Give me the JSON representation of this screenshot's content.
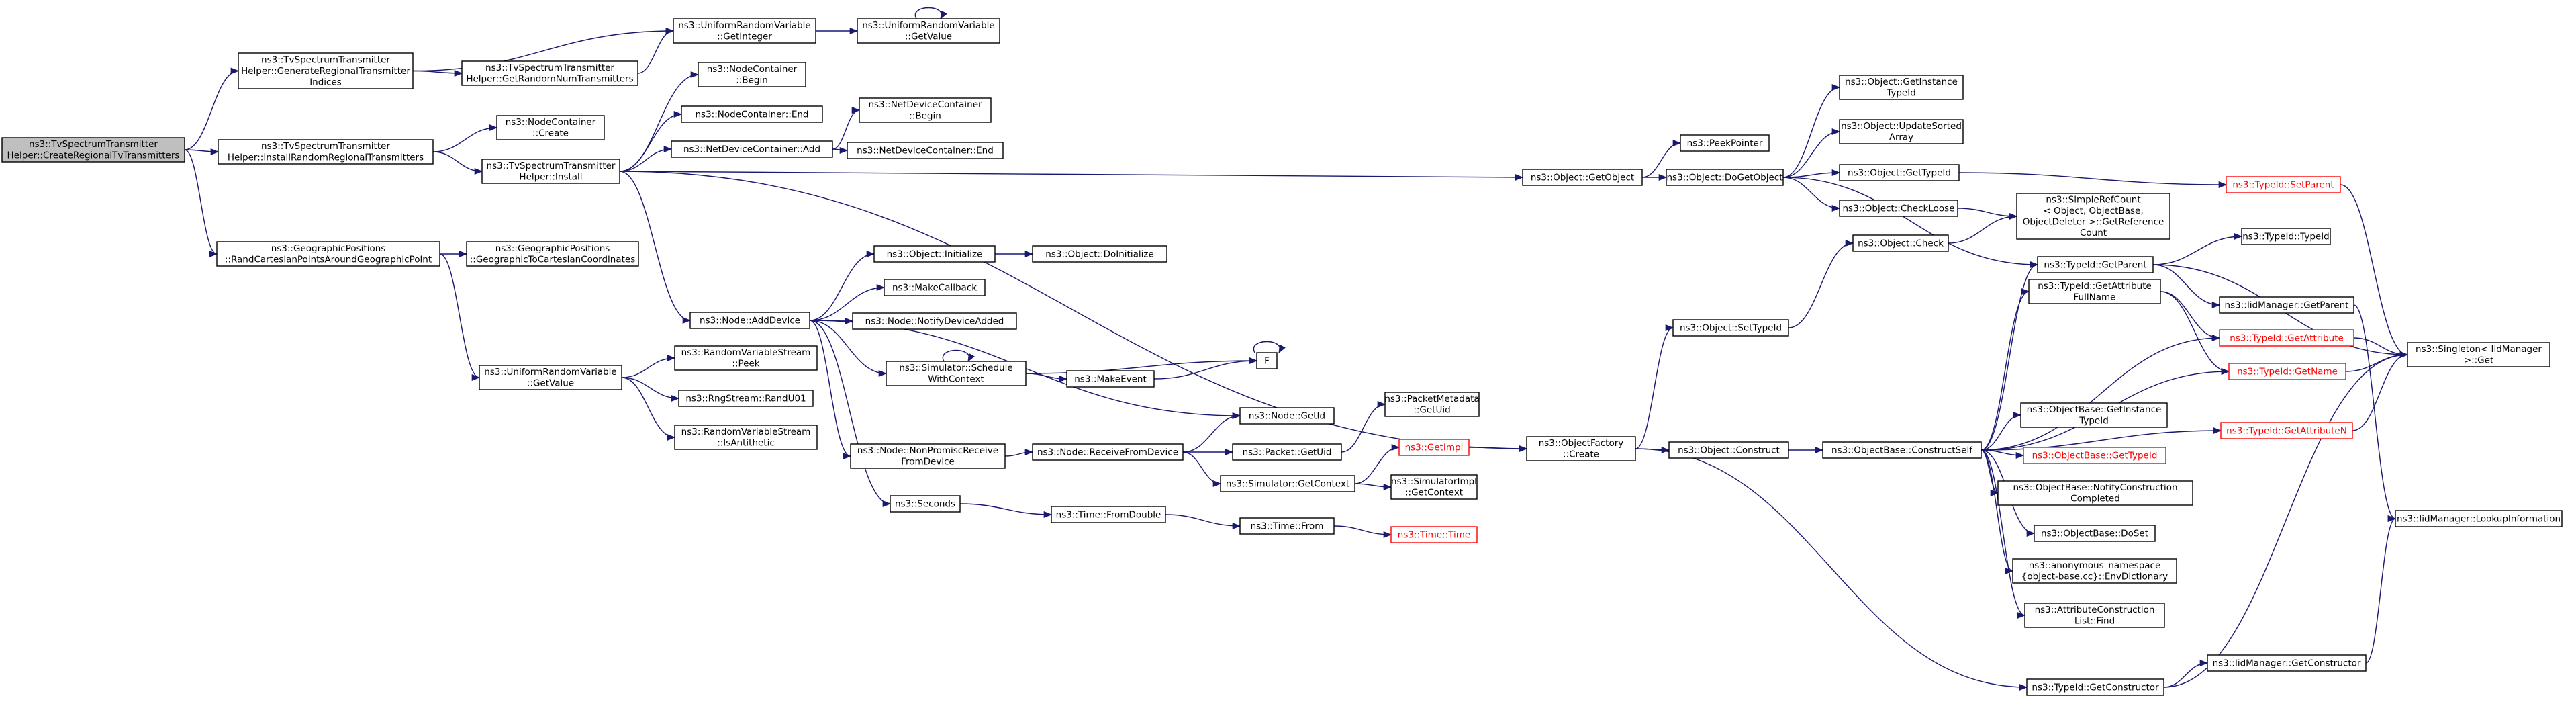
{
  "colors": {
    "edge": "#191970",
    "node_border": "#000000",
    "root_fill": "#bfbfbf",
    "truncated_border": "#ff0000",
    "background": "#ffffff"
  },
  "nodes": [
    {
      "id": "root",
      "lines": [
        "ns3::TvSpectrumTransmitter",
        "Helper::CreateRegionalTvTransmitters"
      ],
      "style": "root"
    },
    {
      "id": "genRegional",
      "lines": [
        "ns3::TvSpectrumTransmitter",
        "Helper::GenerateRegionalTransmitter",
        "Indices"
      ]
    },
    {
      "id": "installRandom",
      "lines": [
        "ns3::TvSpectrumTransmitter",
        "Helper::InstallRandomRegionalTransmitters"
      ]
    },
    {
      "id": "geoRand",
      "lines": [
        "ns3::GeographicPositions",
        "::RandCartesianPointsAroundGeographicPoint"
      ]
    },
    {
      "id": "getRandomNum",
      "lines": [
        "ns3::TvSpectrumTransmitter",
        "Helper::GetRandomNumTransmitters"
      ]
    },
    {
      "id": "urvGetInteger",
      "lines": [
        "ns3::UniformRandomVariable",
        "::GetInteger"
      ]
    },
    {
      "id": "urvGetValue1",
      "lines": [
        "ns3::UniformRandomVariable",
        "::GetValue"
      ]
    },
    {
      "id": "ncCreate",
      "lines": [
        "ns3::NodeContainer",
        "::Create"
      ]
    },
    {
      "id": "install",
      "lines": [
        "ns3::TvSpectrumTransmitter",
        "Helper::Install"
      ]
    },
    {
      "id": "ncBegin",
      "lines": [
        "ns3::NodeContainer",
        "::Begin"
      ]
    },
    {
      "id": "ncEnd",
      "lines": [
        "ns3::NodeContainer::End"
      ]
    },
    {
      "id": "ndcAdd",
      "lines": [
        "ns3::NetDeviceContainer::Add"
      ]
    },
    {
      "id": "ndcBegin",
      "lines": [
        "ns3::NetDeviceContainer",
        "::Begin"
      ]
    },
    {
      "id": "ndcEnd",
      "lines": [
        "ns3::NetDeviceContainer::End"
      ]
    },
    {
      "id": "geoToCart",
      "lines": [
        "ns3::GeographicPositions",
        "::GeographicToCartesianCoordinates"
      ]
    },
    {
      "id": "urvGetValue2",
      "lines": [
        "ns3::UniformRandomVariable",
        "::GetValue"
      ]
    },
    {
      "id": "rvsPeek",
      "lines": [
        "ns3::RandomVariableStream",
        "::Peek"
      ]
    },
    {
      "id": "rngRandU01",
      "lines": [
        "ns3::RngStream::RandU01"
      ]
    },
    {
      "id": "rvsIsAnti",
      "lines": [
        "ns3::RandomVariableStream",
        "::IsAntithetic"
      ]
    },
    {
      "id": "nodeAddDevice",
      "lines": [
        "ns3::Node::AddDevice"
      ]
    },
    {
      "id": "objInitialize",
      "lines": [
        "ns3::Object::Initialize"
      ]
    },
    {
      "id": "objDoInitialize",
      "lines": [
        "ns3::Object::DoInitialize"
      ]
    },
    {
      "id": "makeCallback",
      "lines": [
        "ns3::MakeCallback"
      ]
    },
    {
      "id": "notifyDevAdded",
      "lines": [
        "ns3::Node::NotifyDeviceAdded"
      ]
    },
    {
      "id": "schedCtx",
      "lines": [
        "ns3::Simulator::Schedule",
        "WithContext"
      ]
    },
    {
      "id": "makeEvent",
      "lines": [
        "ns3::MakeEvent"
      ]
    },
    {
      "id": "F",
      "lines": [
        "F"
      ]
    },
    {
      "id": "nodeGetId",
      "lines": [
        "ns3::Node::GetId"
      ]
    },
    {
      "id": "nonPromisc",
      "lines": [
        "ns3::Node::NonPromiscReceive",
        "FromDevice"
      ]
    },
    {
      "id": "recvFromDev",
      "lines": [
        "ns3::Node::ReceiveFromDevice"
      ]
    },
    {
      "id": "pktGetUid",
      "lines": [
        "ns3::Packet::GetUid"
      ]
    },
    {
      "id": "pmGetUid",
      "lines": [
        "ns3::PacketMetadata",
        "::GetUid"
      ]
    },
    {
      "id": "getImpl",
      "lines": [
        "ns3::GetImpl"
      ],
      "style": "red"
    },
    {
      "id": "simGetCtx",
      "lines": [
        "ns3::Simulator::GetContext"
      ]
    },
    {
      "id": "simImplGetCtx",
      "lines": [
        "ns3::SimulatorImpl",
        "::GetContext"
      ]
    },
    {
      "id": "seconds",
      "lines": [
        "ns3::Seconds"
      ]
    },
    {
      "id": "timeFromDouble",
      "lines": [
        "ns3::Time::FromDouble"
      ]
    },
    {
      "id": "timeFrom",
      "lines": [
        "ns3::Time::From"
      ]
    },
    {
      "id": "timeTime",
      "lines": [
        "ns3::Time::Time"
      ],
      "style": "red"
    },
    {
      "id": "objGetObject",
      "lines": [
        "ns3::Object::GetObject"
      ]
    },
    {
      "id": "peekPointer",
      "lines": [
        "ns3::PeekPointer"
      ]
    },
    {
      "id": "doGetObject",
      "lines": [
        "ns3::Object::DoGetObject"
      ]
    },
    {
      "id": "getInstanceTypeId",
      "lines": [
        "ns3::Object::GetInstance",
        "TypeId"
      ]
    },
    {
      "id": "updateSorted",
      "lines": [
        "ns3::Object::UpdateSorted",
        "Array"
      ]
    },
    {
      "id": "objGetTypeId",
      "lines": [
        "ns3::Object::GetTypeId"
      ]
    },
    {
      "id": "checkLoose",
      "lines": [
        "ns3::Object::CheckLoose"
      ]
    },
    {
      "id": "objCheck",
      "lines": [
        "ns3::Object::Check"
      ]
    },
    {
      "id": "srcGetRef",
      "lines": [
        "ns3::SimpleRefCount",
        "< Object, ObjectBase,",
        "ObjectDeleter >::GetReference",
        "Count"
      ]
    },
    {
      "id": "tidSetParent",
      "lines": [
        "ns3::TypeId::SetParent"
      ],
      "style": "red"
    },
    {
      "id": "tidTypeId",
      "lines": [
        "ns3::TypeId::TypeId"
      ]
    },
    {
      "id": "tidGetParent",
      "lines": [
        "ns3::TypeId::GetParent"
      ]
    },
    {
      "id": "iidGetParent",
      "lines": [
        "ns3::IidManager::GetParent"
      ]
    },
    {
      "id": "singletonGet",
      "lines": [
        "ns3::Singleton< IidManager",
        ">::Get"
      ]
    },
    {
      "id": "ofCreate",
      "lines": [
        "ns3::ObjectFactory",
        "::Create"
      ]
    },
    {
      "id": "objSetTypeId",
      "lines": [
        "ns3::Object::SetTypeId"
      ]
    },
    {
      "id": "objConstruct",
      "lines": [
        "ns3::Object::Construct"
      ]
    },
    {
      "id": "constructSelf",
      "lines": [
        "ns3::ObjectBase::ConstructSelf"
      ]
    },
    {
      "id": "getAttrFullName",
      "lines": [
        "ns3::TypeId::GetAttribute",
        "FullName"
      ]
    },
    {
      "id": "tidGetAttribute",
      "lines": [
        "ns3::TypeId::GetAttribute"
      ],
      "style": "red"
    },
    {
      "id": "tidGetName",
      "lines": [
        "ns3::TypeId::GetName"
      ],
      "style": "red"
    },
    {
      "id": "obGetInstanceTypeId",
      "lines": [
        "ns3::ObjectBase::GetInstance",
        "TypeId"
      ]
    },
    {
      "id": "obGetTypeId",
      "lines": [
        "ns3::ObjectBase::GetTypeId"
      ],
      "style": "red"
    },
    {
      "id": "obNotifyConstruction",
      "lines": [
        "ns3::ObjectBase::NotifyConstruction",
        "Completed"
      ]
    },
    {
      "id": "obDoSet",
      "lines": [
        "ns3::ObjectBase::DoSet"
      ]
    },
    {
      "id": "envDictionary",
      "lines": [
        "ns3::anonymous_namespace",
        "{object-base.cc}::EnvDictionary"
      ]
    },
    {
      "id": "attrFind",
      "lines": [
        "ns3::AttributeConstruction",
        "List::Find"
      ]
    },
    {
      "id": "tidGetAttributeN",
      "lines": [
        "ns3::TypeId::GetAttributeN"
      ],
      "style": "red"
    },
    {
      "id": "iidLookup",
      "lines": [
        "ns3::IidManager::LookupInformation"
      ]
    },
    {
      "id": "tidGetConstructor",
      "lines": [
        "ns3::TypeId::GetConstructor"
      ]
    },
    {
      "id": "iidGetConstructor",
      "lines": [
        "ns3::IidManager::GetConstructor"
      ]
    }
  ],
  "edges": [
    [
      "root",
      "genRegional"
    ],
    [
      "root",
      "installRandom"
    ],
    [
      "root",
      "geoRand"
    ],
    [
      "genRegional",
      "getRandomNum"
    ],
    [
      "genRegional",
      "urvGetInteger"
    ],
    [
      "getRandomNum",
      "urvGetInteger"
    ],
    [
      "urvGetInteger",
      "urvGetValue1"
    ],
    [
      "urvGetValue1",
      "urvGetValue1"
    ],
    [
      "installRandom",
      "ncCreate"
    ],
    [
      "installRandom",
      "install"
    ],
    [
      "install",
      "ncBegin"
    ],
    [
      "install",
      "ncEnd"
    ],
    [
      "install",
      "ndcAdd"
    ],
    [
      "install",
      "nodeAddDevice"
    ],
    [
      "install",
      "objGetObject"
    ],
    [
      "install",
      "ofCreate"
    ],
    [
      "ndcAdd",
      "ndcBegin"
    ],
    [
      "ndcAdd",
      "ndcEnd"
    ],
    [
      "geoRand",
      "geoToCart"
    ],
    [
      "geoRand",
      "urvGetValue2"
    ],
    [
      "urvGetValue2",
      "rvsPeek"
    ],
    [
      "urvGetValue2",
      "rngRandU01"
    ],
    [
      "urvGetValue2",
      "rvsIsAnti"
    ],
    [
      "nodeAddDevice",
      "objInitialize"
    ],
    [
      "nodeAddDevice",
      "makeCallback"
    ],
    [
      "nodeAddDevice",
      "notifyDevAdded"
    ],
    [
      "nodeAddDevice",
      "schedCtx"
    ],
    [
      "nodeAddDevice",
      "nodeGetId"
    ],
    [
      "nodeAddDevice",
      "nonPromisc"
    ],
    [
      "nodeAddDevice",
      "seconds"
    ],
    [
      "objInitialize",
      "objDoInitialize"
    ],
    [
      "schedCtx",
      "schedCtx"
    ],
    [
      "schedCtx",
      "makeEvent"
    ],
    [
      "schedCtx",
      "F"
    ],
    [
      "makeEvent",
      "F"
    ],
    [
      "F",
      "F"
    ],
    [
      "nonPromisc",
      "recvFromDev"
    ],
    [
      "recvFromDev",
      "nodeGetId"
    ],
    [
      "recvFromDev",
      "pktGetUid"
    ],
    [
      "recvFromDev",
      "simGetCtx"
    ],
    [
      "pktGetUid",
      "pmGetUid"
    ],
    [
      "simGetCtx",
      "getImpl"
    ],
    [
      "simGetCtx",
      "simImplGetCtx"
    ],
    [
      "getImpl",
      "ofCreate"
    ],
    [
      "seconds",
      "timeFromDouble"
    ],
    [
      "timeFromDouble",
      "timeFrom"
    ],
    [
      "timeFrom",
      "timeTime"
    ],
    [
      "objGetObject",
      "peekPointer"
    ],
    [
      "objGetObject",
      "doGetObject"
    ],
    [
      "doGetObject",
      "getInstanceTypeId"
    ],
    [
      "doGetObject",
      "updateSorted"
    ],
    [
      "doGetObject",
      "objGetTypeId"
    ],
    [
      "doGetObject",
      "checkLoose"
    ],
    [
      "doGetObject",
      "tidGetParent"
    ],
    [
      "objGetTypeId",
      "tidSetParent"
    ],
    [
      "tidSetParent",
      "singletonGet"
    ],
    [
      "checkLoose",
      "srcGetRef"
    ],
    [
      "objCheck",
      "srcGetRef"
    ],
    [
      "tidGetParent",
      "tidTypeId"
    ],
    [
      "tidGetParent",
      "iidGetParent"
    ],
    [
      "tidGetParent",
      "singletonGet"
    ],
    [
      "iidGetParent",
      "iidLookup"
    ],
    [
      "ofCreate",
      "objSetTypeId"
    ],
    [
      "ofCreate",
      "objConstruct"
    ],
    [
      "ofCreate",
      "tidGetConstructor"
    ],
    [
      "objSetTypeId",
      "objCheck"
    ],
    [
      "objConstruct",
      "constructSelf"
    ],
    [
      "constructSelf",
      "tidGetParent"
    ],
    [
      "constructSelf",
      "getAttrFullName"
    ],
    [
      "constructSelf",
      "tidGetAttribute"
    ],
    [
      "constructSelf",
      "tidGetName"
    ],
    [
      "constructSelf",
      "obGetInstanceTypeId"
    ],
    [
      "constructSelf",
      "obGetTypeId"
    ],
    [
      "constructSelf",
      "obNotifyConstruction"
    ],
    [
      "constructSelf",
      "obDoSet"
    ],
    [
      "constructSelf",
      "envDictionary"
    ],
    [
      "constructSelf",
      "attrFind"
    ],
    [
      "constructSelf",
      "tidGetAttributeN"
    ],
    [
      "getAttrFullName",
      "tidGetAttribute"
    ],
    [
      "getAttrFullName",
      "tidGetName"
    ],
    [
      "tidGetAttribute",
      "singletonGet"
    ],
    [
      "tidGetName",
      "singletonGet"
    ],
    [
      "tidGetAttributeN",
      "singletonGet"
    ],
    [
      "tidGetConstructor",
      "singletonGet"
    ],
    [
      "tidGetConstructor",
      "iidGetConstructor"
    ],
    [
      "iidGetConstructor",
      "iidLookup"
    ]
  ]
}
